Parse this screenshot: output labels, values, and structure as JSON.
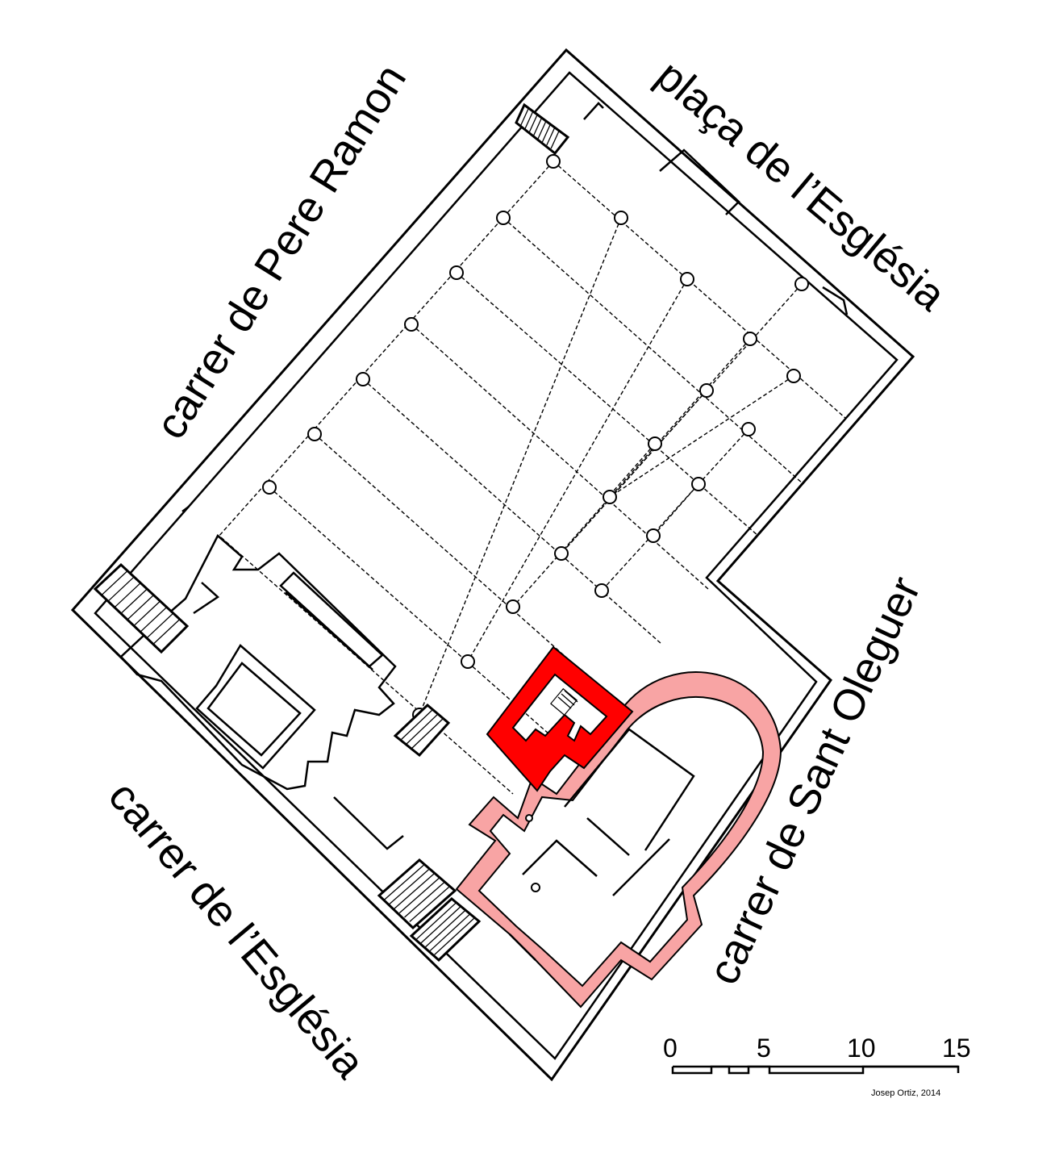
{
  "streets": {
    "north_east": "plaça de l’Església",
    "north_west": "carrer de Pere Ramon",
    "south_west": "carrer de l’Església",
    "south_east": "carrer de Sant Oleguer"
  },
  "scale_bar": {
    "ticks": [
      "0",
      "5",
      "10",
      "15"
    ]
  },
  "credit": "Josep Ortiz, 2014",
  "colors": {
    "tower": "#ff0000",
    "apse_church": "#f8a4a4",
    "walls": "#000000",
    "background": "#ffffff"
  }
}
